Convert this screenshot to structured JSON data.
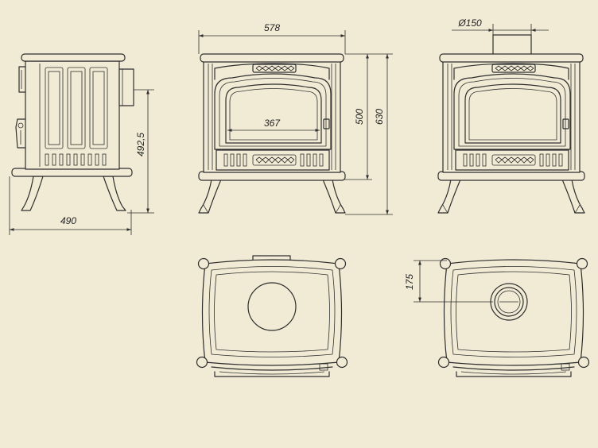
{
  "dimensions": {
    "side_depth": "490",
    "side_flue_height": "492,5",
    "front_width": "578",
    "window_width": "367",
    "door_height": "500",
    "total_height": "630",
    "flue_diameter": "Ø150",
    "flue_offset": "175"
  },
  "colors": {
    "background": "#f1ebd5",
    "line": "#2e2e2e"
  }
}
